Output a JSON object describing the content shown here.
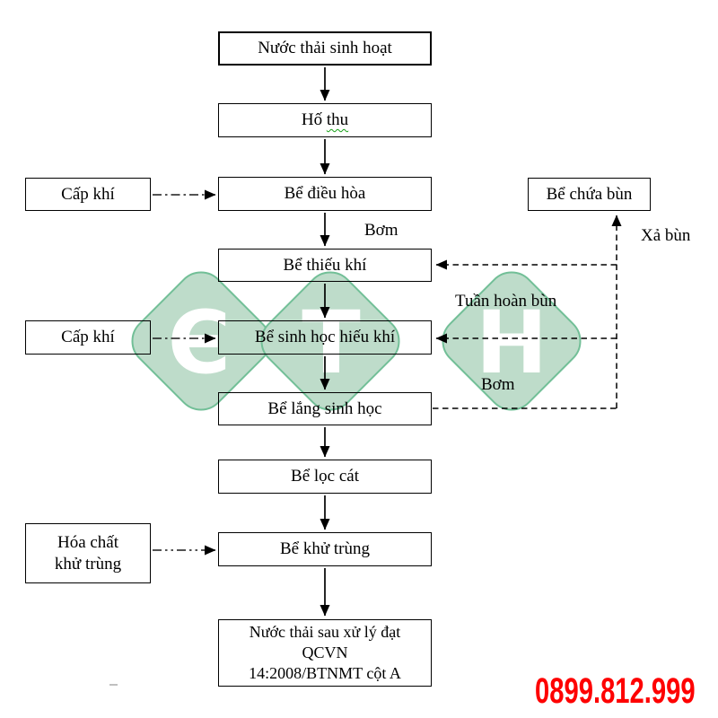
{
  "flow": {
    "boxes": [
      {
        "label": "Nước thải sinh hoạt"
      },
      {
        "pre": "Hố ",
        "underlined": "thu",
        "underline_color": "#15a015"
      },
      {
        "label": "Bể điều hòa"
      },
      {
        "label": "Bể thiếu khí"
      },
      {
        "label": "Bể sinh học hiếu khí"
      },
      {
        "label": "Bể lắng sinh học"
      },
      {
        "label": "Bể lọc cát"
      },
      {
        "label": "Bể khử trùng"
      },
      {
        "lines": [
          "Nước thải sau xử lý đạt",
          "QCVN",
          "14:2008/BTNMT cột A"
        ]
      }
    ],
    "side_boxes": {
      "cap_khi_top": {
        "label": "Cấp khí"
      },
      "cap_khi_mid": {
        "label": "Cấp khí"
      },
      "hoa_chat": {
        "lines": [
          "Hóa chất",
          "khử trùng"
        ]
      },
      "be_chua_bun": {
        "label": "Bể chứa bùn"
      }
    },
    "labels": {
      "bom_top": "Bơm",
      "xa_bun": "Xả bùn",
      "tuan_hoan_bun": "Tuần hoàn bùn",
      "bom_right": "Bơm"
    }
  },
  "watermark": {
    "letters": [
      {
        "name": "letter-E",
        "glyph": "Є"
      },
      {
        "name": "letter-T",
        "glyph": "T"
      },
      {
        "name": "letter-H",
        "glyph": "H"
      }
    ],
    "fill": "#bedcca",
    "stroke": "#72bf97",
    "letter_color": "#ffffff"
  },
  "footer": {
    "phone": "0899.812.999",
    "phone_color": "#fe0000"
  }
}
